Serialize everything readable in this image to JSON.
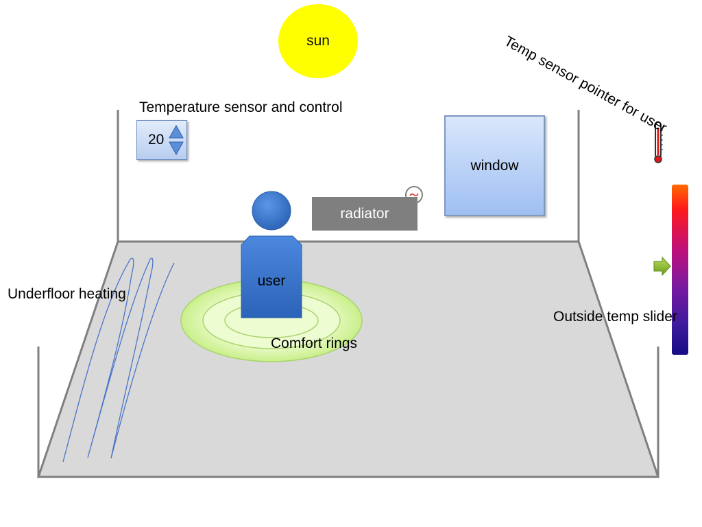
{
  "labels": {
    "sun": "sun",
    "temp_sensor_control": "Temperature sensor and control",
    "temp_sensor_pointer": "Temp sensor pointer for user",
    "window": "window",
    "radiator": "radiator",
    "user": "user",
    "underfloor_heating": "Underfloor heating",
    "comfort_rings": "Comfort rings",
    "outside_temp_slider": "Outside temp slider"
  },
  "thermostat": {
    "value": "20"
  },
  "colors": {
    "sun": "#ffff00",
    "floor": "#d9d9d9",
    "walls": "#7f7f7f",
    "user": "#3d7ad4",
    "radiator": "#7f7f7f",
    "comfort_ring": "#d4f59a",
    "window": "#b3cdf7"
  }
}
